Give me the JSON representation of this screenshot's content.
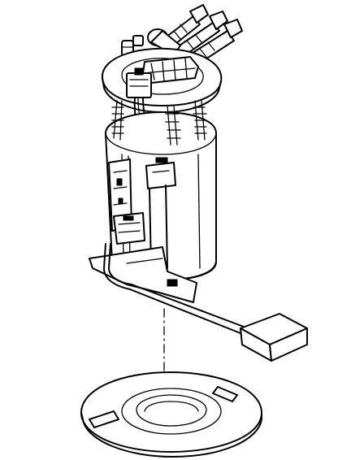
{
  "diagram": {
    "components": [
      "fuel-tube-connectors",
      "modular-reservoir-top-cover",
      "electrical-connector",
      "fuel-pump-reservoir-body",
      "fuel-level-sender-arm",
      "fuel-level-float",
      "sealing-ring-gasket"
    ],
    "colors": {
      "line": "#000000",
      "background": "#ffffff"
    }
  }
}
